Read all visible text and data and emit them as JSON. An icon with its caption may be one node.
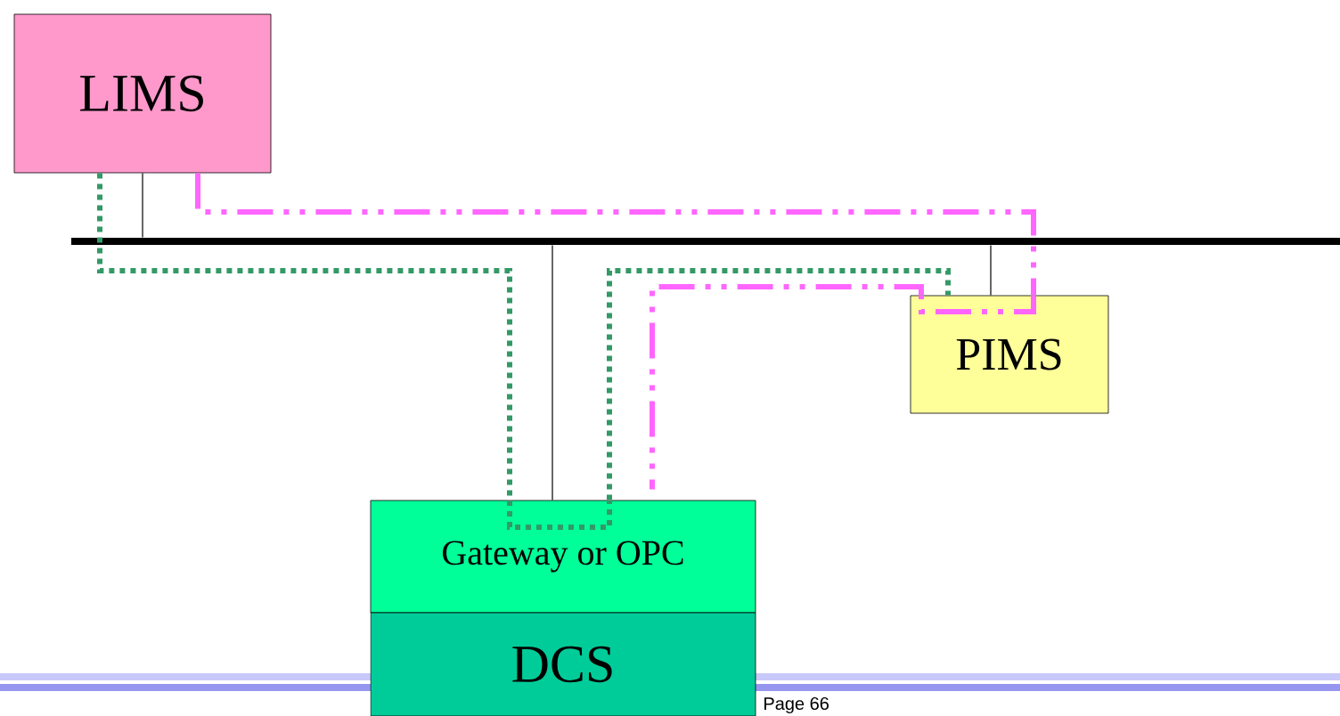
{
  "diagram": {
    "nodes": [
      {
        "text": [
          "LIMS"
        ]
      },
      {
        "text": [],
        "shape": "bar"
      },
      {
        "text": [
          "PIMS"
        ]
      },
      {
        "text": [
          "Gateway or OPC"
        ]
      },
      {
        "text": [
          "DCS"
        ]
      }
    ],
    "edges": [
      {
        "from": 0,
        "to": 1,
        "arrow": "none"
      },
      {
        "from": 1,
        "to": 2,
        "arrow": "none"
      },
      {
        "from": 1,
        "to": 3,
        "arrow": "none"
      },
      {
        "from": 0,
        "to": 3,
        "arrow": "none",
        "style": "dashed",
        "color": "#339966"
      },
      {
        "from": 3,
        "to": 2,
        "arrow": "none",
        "style": "dashed",
        "color": "#339966"
      },
      {
        "from": 0,
        "to": 2,
        "arrow": "none",
        "style": "dashed",
        "color": "#ff66ff"
      },
      {
        "from": 2,
        "to": 3,
        "arrow": "none",
        "style": "dashed",
        "color": "#ff66ff"
      }
    ],
    "labels": [
      "Page 66"
    ]
  }
}
